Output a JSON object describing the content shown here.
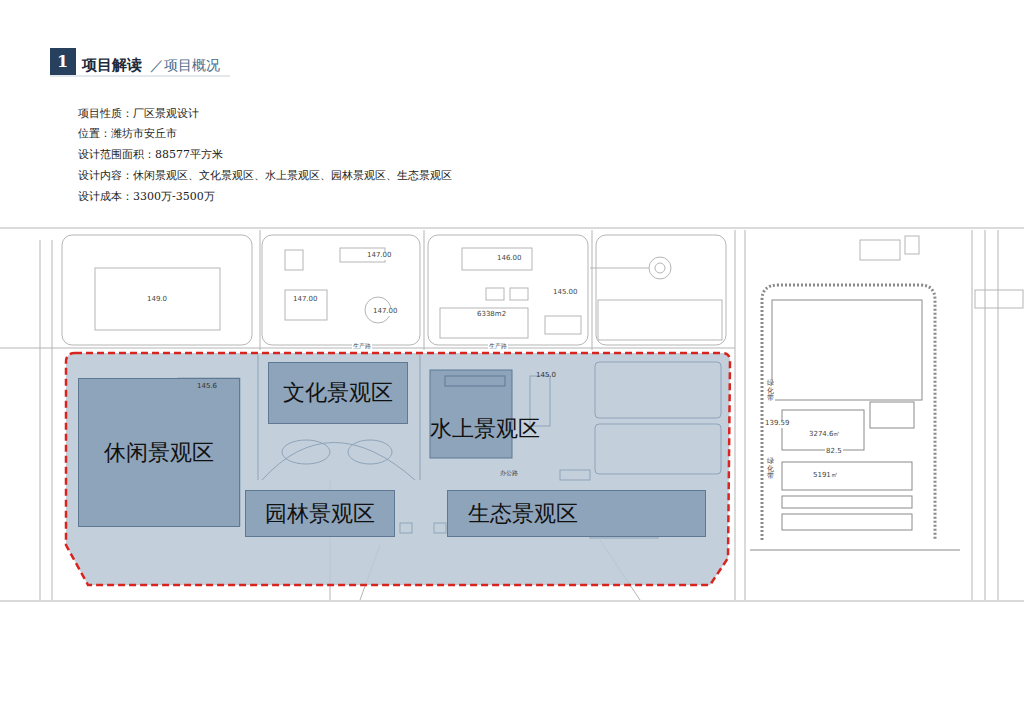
{
  "diagram": {
    "title": "项目解读",
    "nodes": [
      {
        "text": [
          "休闲景观区"
        ]
      },
      {
        "text": [
          "文化景观区"
        ]
      },
      {
        "text": [
          "水上景观区"
        ]
      },
      {
        "text": [
          "园林景观区"
        ]
      },
      {
        "text": [
          "生态景观区"
        ]
      }
    ],
    "edges": [],
    "labels": [
      "1",
      "／项目概况",
      "项目性质：厂区景观设计",
      "位置：潍坊市安丘市",
      "设计范围面积：88577平方米",
      "设计内容：休闲景观区、文化景观区、水上景观区、园林景观区、生态景观区",
      "设计成本：3300万-3500万",
      "149.0",
      "147.00",
      "147.00",
      "146.00",
      "145.00",
      "147.00",
      "6338m2",
      "145.6",
      "145.0",
      "生产路",
      "生产路",
      "办公路",
      "3274.6㎡",
      "5191㎡",
      "139.59",
      "82.5",
      "绿化带",
      "绿化带"
    ]
  }
}
